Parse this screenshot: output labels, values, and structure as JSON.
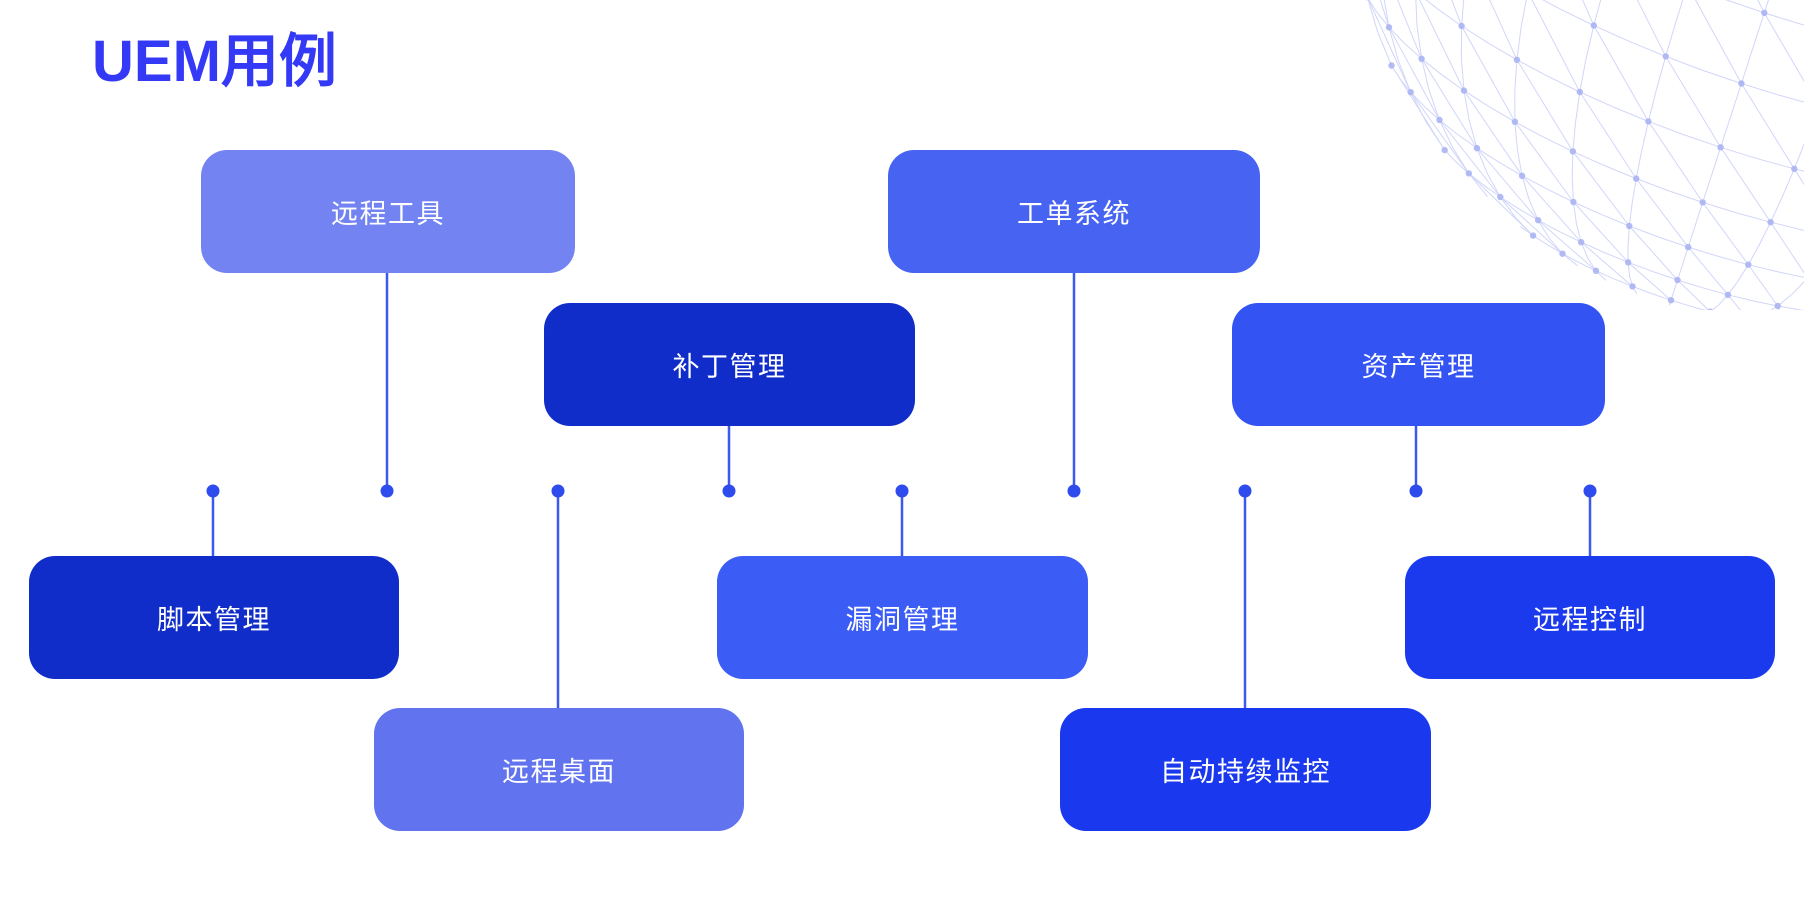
{
  "title": "UEM用例",
  "colors": {
    "background": "#ffffff",
    "title": "#3439f6",
    "timeline_start": "#9aa6f4",
    "timeline_end": "#2b47ee",
    "connector": "#3b58ef",
    "dot": "#2e4cee",
    "globe_line": "#c9cff8",
    "globe_dot": "#aab4f2"
  },
  "nodes": [
    {
      "label": "远程工具",
      "color": "#7383f1"
    },
    {
      "label": "补丁管理",
      "color": "#112dc9"
    },
    {
      "label": "工单系统",
      "color": "#4763f2"
    },
    {
      "label": "资产管理",
      "color": "#3354f3"
    },
    {
      "label": "脚本管理",
      "color": "#112dc9"
    },
    {
      "label": "远程桌面",
      "color": "#6173ef"
    },
    {
      "label": "漏洞管理",
      "color": "#3b5cf5"
    },
    {
      "label": "自动持续监控",
      "color": "#1a38ed"
    },
    {
      "label": "远程控制",
      "color": "#1b3aee"
    }
  ]
}
